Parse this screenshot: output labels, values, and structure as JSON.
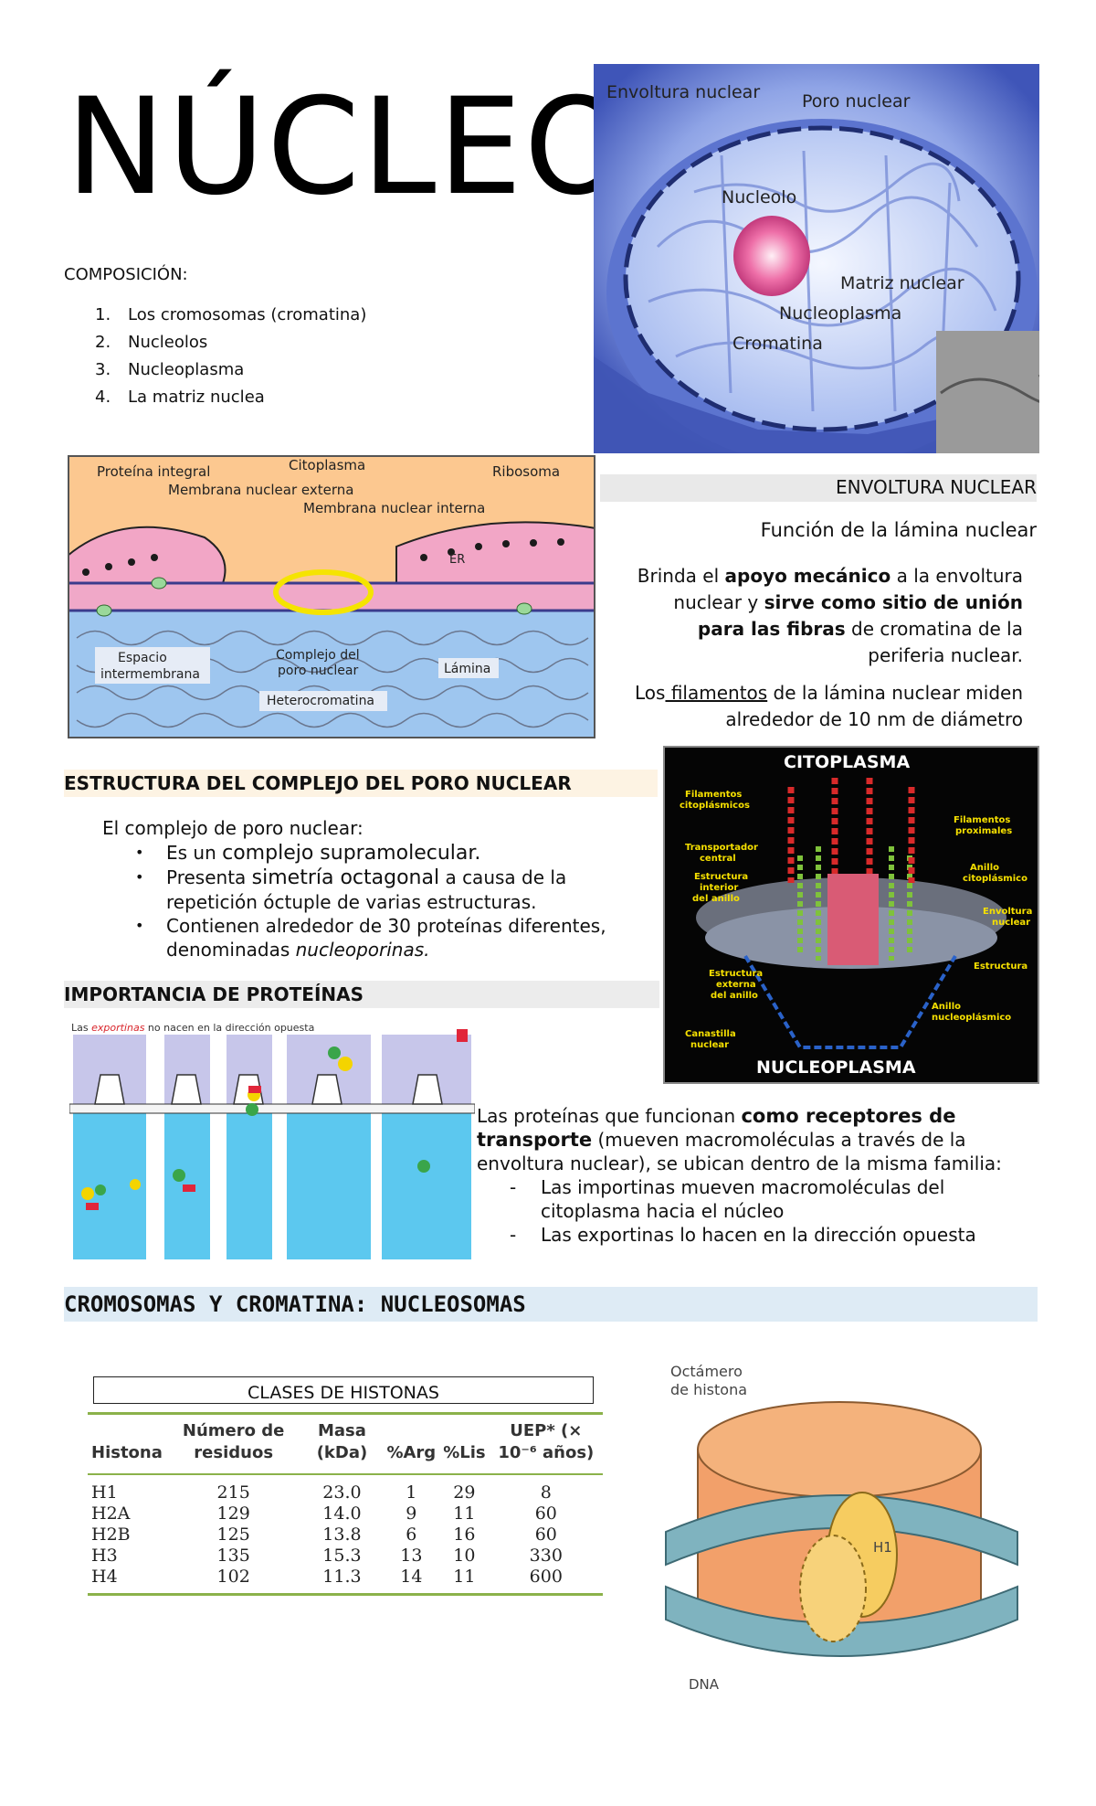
{
  "title": "NÚCLEO",
  "composicion": {
    "label": "COMPOSICIÓN:",
    "items": [
      {
        "num": "1.",
        "text": "Los cromosomas (cromatina)"
      },
      {
        "num": "2.",
        "text": "Nucleolos"
      },
      {
        "num": "3.",
        "text": "Nucleoplasma"
      },
      {
        "num": "4.",
        "text": "La matriz nuclea"
      }
    ]
  },
  "fig_nucleus": {
    "labels": {
      "envoltura": "Envoltura nuclear",
      "poro": "Poro nuclear",
      "nucleolo": "Nucleolo",
      "matriz": "Matriz nuclear",
      "nucleoplasma": "Nucleoplasma",
      "cromatina": "Cromatina"
    }
  },
  "fig_envelope": {
    "labels": {
      "proteina": "Proteína integral",
      "citoplasma": "Citoplasma",
      "ribosoma": "Ribosoma",
      "mne": "Membrana nuclear externa",
      "mni": "Membrana nuclear interna",
      "er": "ER",
      "espacio1": "Espacio",
      "espacio2": "intermembrana",
      "complejo1": "Complejo del",
      "complejo2": "poro nuclear",
      "lamina": "Lámina",
      "hetero": "Heterocromatina"
    }
  },
  "envoltura": {
    "heading": "ENVOLTURA NUCLEAR",
    "subheading": "Función de la lámina nuclear",
    "p1_a": "Brinda el ",
    "p1_b": "apoyo mecánico",
    "p1_c": " a la envoltura nuclear y ",
    "p1_d": "sirve como sitio de unión para las fibras",
    "p1_e": " de cromatina de la periferia nuclear.",
    "p2_a": "Los",
    "p2_b": " filamentos",
    "p2_c": " de la lámina nuclear miden alrededor de 10 nm de diámetro"
  },
  "poro": {
    "heading": "ESTRUCTURA DEL COMPLEJO DEL PORO NUCLEAR",
    "intro": "El complejo de poro nuclear:",
    "b1_a": "Es un ",
    "b1_b": "complejo supramolecular.",
    "b2_a": "Presenta ",
    "b2_b": "simetría octagonal",
    "b2_c": " a causa de la repetición óctuple de varias estructuras.",
    "b3_a": "Contienen alrededor de 30 proteínas diferentes, denominadas ",
    "b3_b": "nucleoporinas."
  },
  "fig_pore": {
    "labels": {
      "top": "CITOPLASMA",
      "bottom": "NUCLEOPLASMA",
      "filcito1": "Filamentos",
      "filcito2": "citoplásmicos",
      "transp1": "Transportador",
      "transp2": "central",
      "estint1": "Estructura",
      "estint2": "interior",
      "estint3": "del anillo",
      "estext1": "Estructura",
      "estext2": "externa",
      "estext3": "del anillo",
      "canas1": "Canastilla",
      "canas2": "nuclear",
      "filprox1": "Filamentos",
      "filprox2": "proximales",
      "anillocit1": "Anillo",
      "anillocit2": "citoplásmico",
      "envnuc1": "Envoltura",
      "envnuc2": "nuclear",
      "estructura": "Estructura",
      "anillonuc1": "Anillo",
      "anillonuc2": "nucleoplásmico"
    }
  },
  "importancia": {
    "heading": "IMPORTANCIA DE PROTEÍNAS",
    "fig_caption_a": "Las ",
    "fig_caption_b": "exportinas",
    "fig_caption_c": " no nacen en la dirección opuesta",
    "text_a": "Las proteínas que funcionan ",
    "text_b": "como receptores de transporte",
    "text_c": " (mueven macromoléculas a través de la envoltura nuclear), se ubican dentro de la misma familia:",
    "item1": "Las importinas mueven macromoléculas del citoplasma hacia el núcleo",
    "item2": "Las exportinas lo hacen en la dirección opuesta"
  },
  "cromosomas": {
    "heading": "CROMOSOMAS Y CROMATINA: NUCLEOSOMAS"
  },
  "histonas": {
    "box_title": "CLASES DE HISTONAS",
    "headers": [
      "Histona",
      "Número de residuos",
      "Masa (kDa)",
      "%Arg",
      "%Lis",
      "UEP* (× 10⁻⁶ años)"
    ],
    "rows": [
      [
        "H1",
        "215",
        "23.0",
        "1",
        "29",
        "8"
      ],
      [
        "H2A",
        "129",
        "14.0",
        "9",
        "11",
        "60"
      ],
      [
        "H2B",
        "125",
        "13.8",
        "6",
        "16",
        "60"
      ],
      [
        "H3",
        "135",
        "15.3",
        "13",
        "10",
        "330"
      ],
      [
        "H4",
        "102",
        "11.3",
        "14",
        "11",
        "600"
      ]
    ]
  },
  "fig_nucleosome": {
    "labels": {
      "octamero1": "Octámero",
      "octamero2": "de histona",
      "h1": "H1",
      "dna": "DNA"
    }
  },
  "colors": {
    "poro_heading_bg": "#fdf3e3",
    "crom_heading_bg": "#deebf5",
    "gray_heading_bg": "#e9e9e9",
    "table_rule": "#8bb24a",
    "exportinas_red": "#d9252b"
  }
}
